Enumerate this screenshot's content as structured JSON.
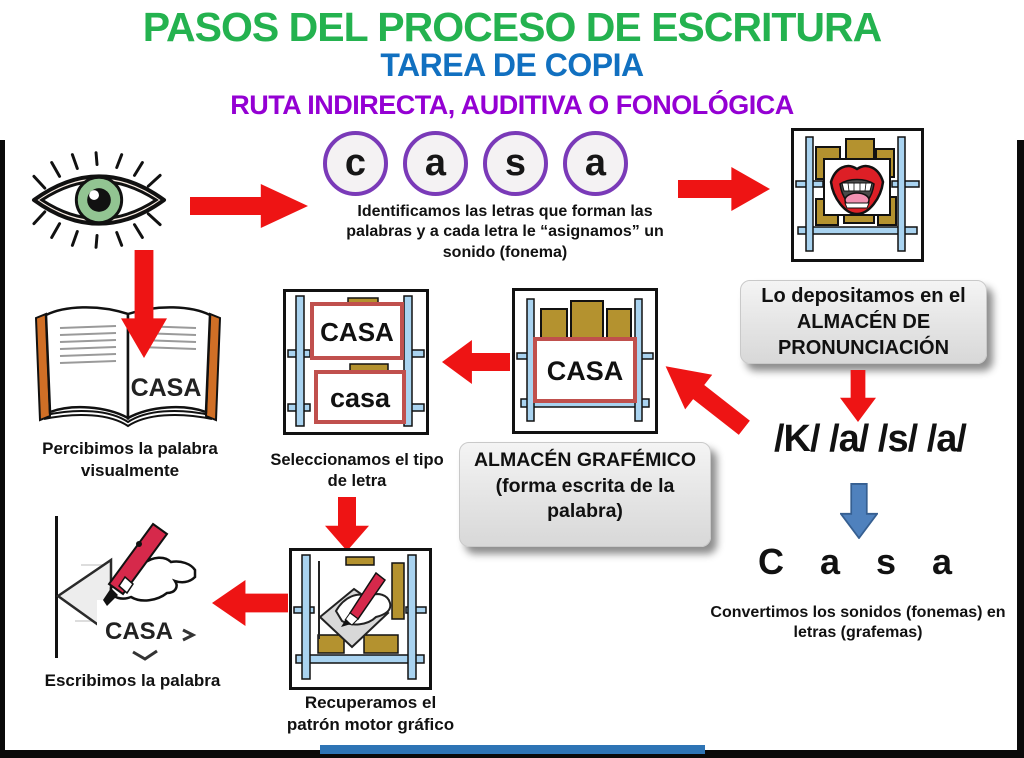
{
  "slide": {
    "title": "PASOS DEL PROCESO DE ESCRITURA",
    "subtitle": "TAREA DE COPIA",
    "route_heading": "RUTA INDIRECTA, AUDITIVA O FONOLÓGICA"
  },
  "letter_circles": [
    "c",
    "a",
    "s",
    "a"
  ],
  "steps": {
    "identify": {
      "line1": "Identificamos las letras que forman las",
      "line2": "palabras y a cada letra le “asignamos” un",
      "line3": "sonido (fonema)"
    },
    "perceive": {
      "line1": "Percibimos la palabra",
      "line2": "visualmente",
      "book_word": "CASA"
    },
    "select": {
      "line1": "Seleccionamos el tipo",
      "line2": "de letra",
      "upper_word": "CASA",
      "lower_word": "casa"
    },
    "graphemic_store": {
      "word": "CASA"
    },
    "recover": {
      "line1": "Recuperamos el",
      "line2": "patrón motor gráfico"
    },
    "write": {
      "line1": "Escribimos la palabra",
      "word": "CASA"
    },
    "convert": {
      "line1": "Convertimos los sonidos (fonemas) en",
      "line2": "letras (grafemas)"
    }
  },
  "callouts": {
    "pronunciation": {
      "line1": "Lo depositamos en el",
      "line2": "ALMACÉN DE",
      "line3": "PRONUNCIACIÓN"
    },
    "graphemic": {
      "line1": "ALMACÉN GRAFÉMICO",
      "line2": "(forma escrita de la",
      "line3": "palabra)"
    }
  },
  "phonemes": "/K/ /a/ /s/ /a/",
  "graphemes": "C a s a",
  "colors": {
    "title_green": "#24B24F",
    "subtitle_blue": "#1170C0",
    "route_purple": "#9400D3",
    "arrow_red": "#EE1414",
    "arrow_blue": "#4F81BD",
    "circle_purple": "#7A3AB8",
    "callout_gray": "#E4E4E4",
    "shelf_blue": "#A9D3F0",
    "crate_tan": "#B4922F",
    "word_box_red": "#C0504D",
    "book_orange": "#D06F26",
    "footer_blue": "#2E74B5"
  }
}
